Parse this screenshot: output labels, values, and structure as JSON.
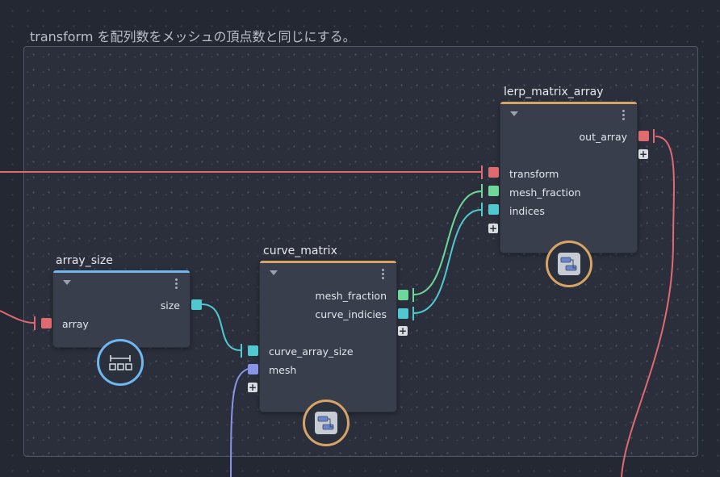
{
  "group": {
    "title": "transform を配列数をメッシュの頂点数と同じにする。"
  },
  "colors": {
    "matrix_port": "#e06a70",
    "int_port": "#4fc8cf",
    "float_port": "#6ed89a",
    "mesh_port": "#8a93e8",
    "accent_orange": "#d7a466",
    "accent_blue": "#6fb7ee"
  },
  "nodes": {
    "array_size": {
      "title": "array_size",
      "outputs": [
        "size"
      ],
      "inputs": [
        "array"
      ],
      "icon": "array-size-icon"
    },
    "curve_matrix": {
      "title": "curve_matrix",
      "outputs": [
        "mesh_fraction",
        "curve_indicies"
      ],
      "inputs": [
        "curve_array_size",
        "mesh"
      ],
      "icon": "compound-icon"
    },
    "lerp_matrix_array": {
      "title": "lerp_matrix_array",
      "outputs": [
        "out_array"
      ],
      "inputs": [
        "transform",
        "mesh_fraction",
        "indices"
      ],
      "icon": "compound-icon"
    }
  },
  "add_port_symbol": "+"
}
